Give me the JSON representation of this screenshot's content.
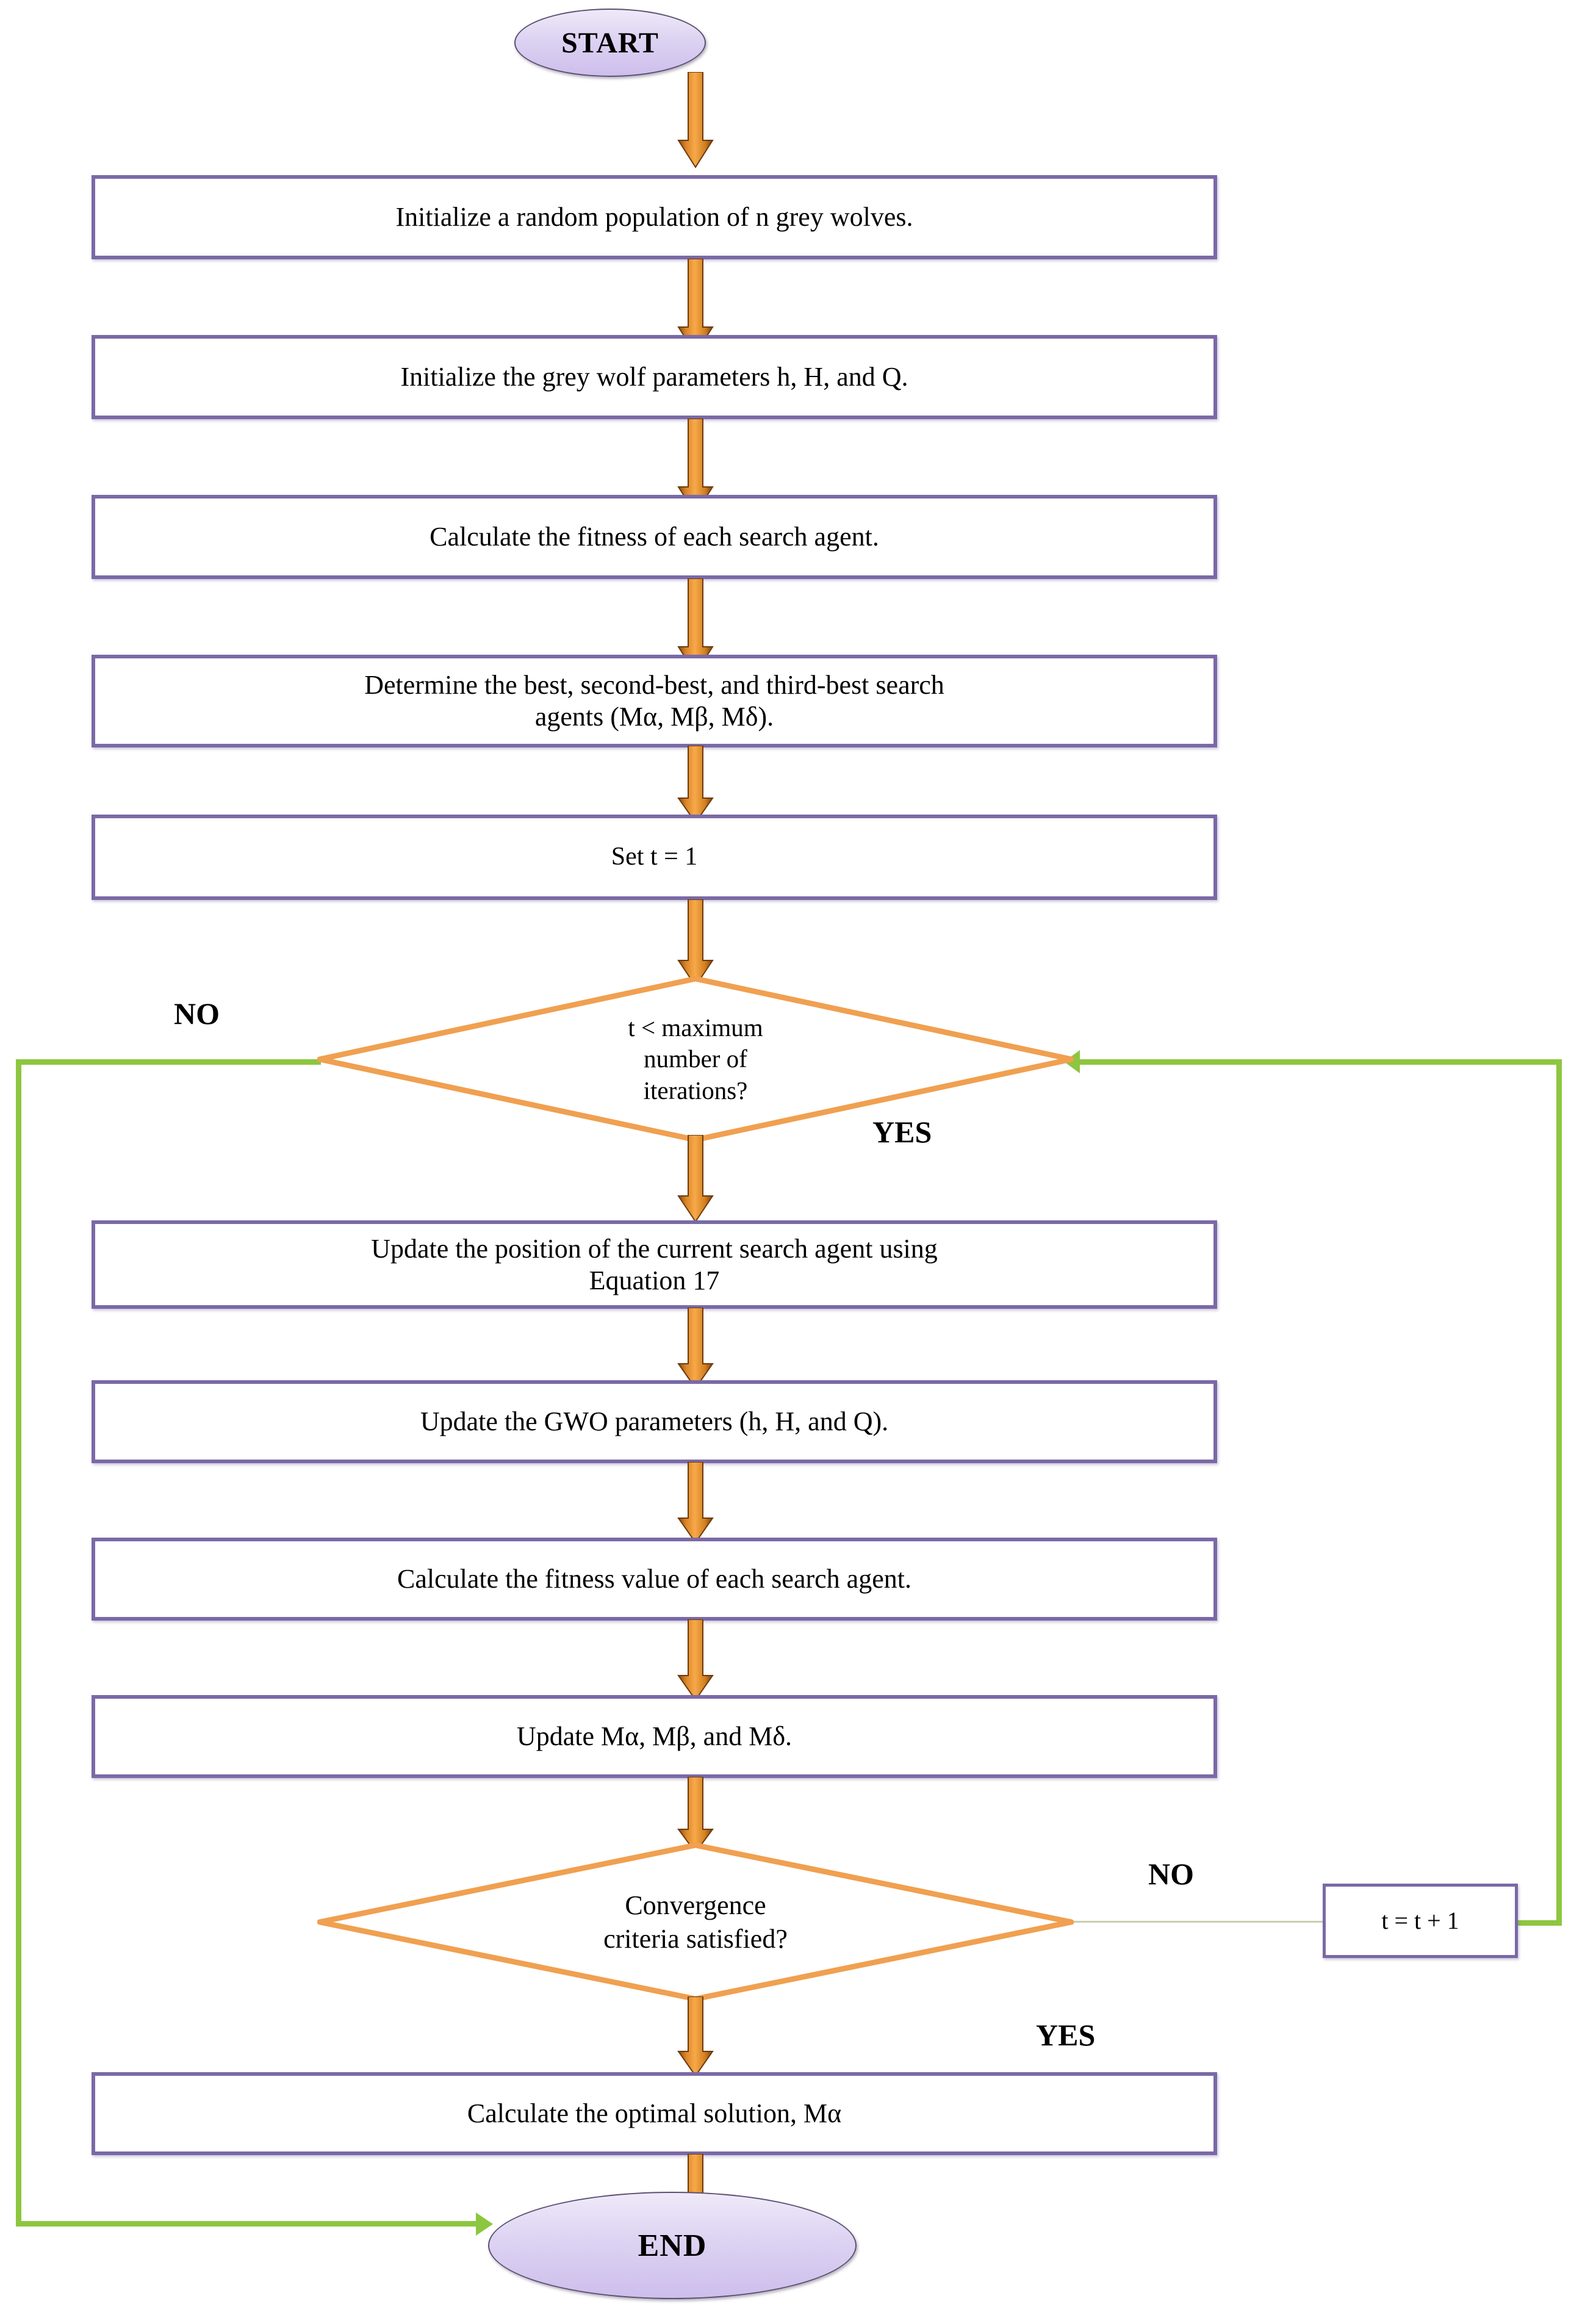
{
  "diagram": {
    "title": "Grey Wolf Optimizer (GWO) Algorithm Flowchart",
    "colors": {
      "process_border": "#7a69a6",
      "terminator_fill": "#cdbeec",
      "terminator_border": "#5b5070",
      "decision_border": "#f0a050",
      "arrow_orange": "#e08a2e",
      "loop_line_green": "#8dc63f",
      "text": "#000000",
      "background": "#ffffff"
    },
    "nodes": {
      "start": {
        "type": "terminator",
        "label": "START"
      },
      "p1": {
        "type": "process",
        "label": "Initialize a random population of n grey wolves."
      },
      "p2": {
        "type": "process",
        "label": "Initialize the grey wolf parameters h, H, and Q."
      },
      "p3": {
        "type": "process",
        "label": "Calculate the fitness of each search agent."
      },
      "p4": {
        "type": "process",
        "line1": "Determine the best, second-best, and third-best search",
        "line2": "agents (Mα, Mβ, Mδ)."
      },
      "p5": {
        "type": "process",
        "label": "Set t = 1"
      },
      "d1": {
        "type": "decision",
        "line1": "t < maximum",
        "line2": "number of",
        "line3": "iterations?"
      },
      "p6": {
        "type": "process",
        "line1": "Update the position of the current search agent using",
        "line2": "Equation 17"
      },
      "p7": {
        "type": "process",
        "label": "Update the GWO parameters (h, H, and Q)."
      },
      "p8": {
        "type": "process",
        "label": "Calculate the fitness value of each search agent."
      },
      "p9": {
        "type": "process",
        "label": "Update Mα, Mβ, and Mδ."
      },
      "d2": {
        "type": "decision",
        "line1": "Convergence",
        "line2": "criteria satisfied?"
      },
      "p10": {
        "type": "process",
        "label": "t = t + 1"
      },
      "p11": {
        "type": "process",
        "label": "Calculate the optimal solution, Mα"
      },
      "end": {
        "type": "terminator",
        "label": "END"
      }
    },
    "edge_labels": {
      "d1_no": "NO",
      "d1_yes": "YES",
      "d2_no": "NO",
      "d2_yes": "YES"
    }
  }
}
